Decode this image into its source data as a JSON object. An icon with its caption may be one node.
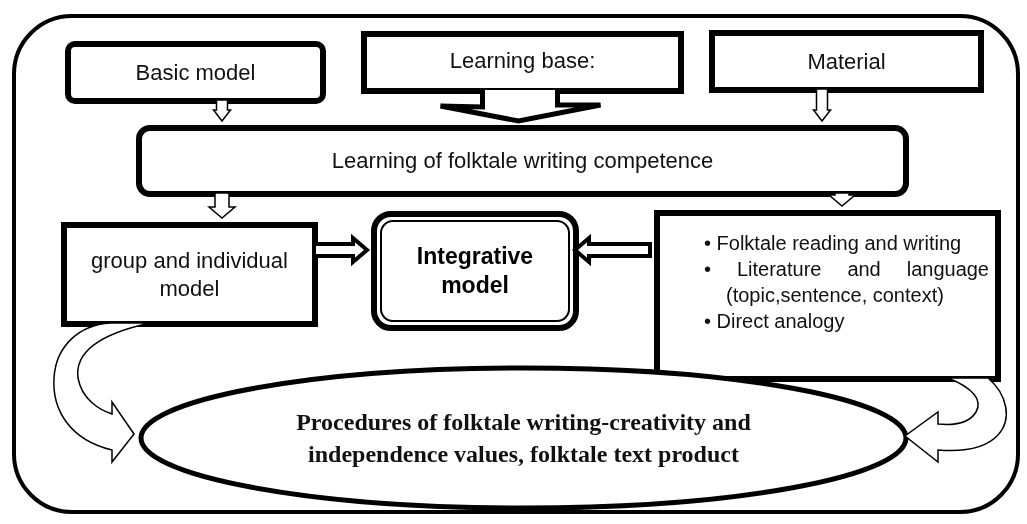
{
  "diagram": {
    "nodes": [
      {
        "text": [],
        "shape": "box"
      },
      {
        "text": [
          "Basic model"
        ],
        "in": 0
      },
      {
        "text": [
          "Learning base:"
        ],
        "in": 0
      },
      {
        "text": [
          "Material"
        ],
        "in": 0
      },
      {
        "text": [
          "Learning of folktale writing competence"
        ],
        "in": 0
      },
      {
        "text": [
          "group and individual model"
        ],
        "in": 0
      },
      {
        "text": [
          "Integrative model"
        ],
        "in": 0
      },
      {
        "text": [
          "• Folktale reading and writing",
          "• Literature and language (topic,sentence, context)",
          "• Direct analogy"
        ],
        "in": 0
      },
      {
        "text": [
          "Procedures of folktale writing-creativity and independence values, folktale text product"
        ],
        "in": 0
      }
    ],
    "edges": [
      {
        "from": 1,
        "to": 4,
        "arrow": "to"
      },
      {
        "from": 2,
        "to": 4,
        "arrow": "to"
      },
      {
        "from": 3,
        "to": 4,
        "arrow": "to"
      },
      {
        "from": 4,
        "to": 5,
        "arrow": "to"
      },
      {
        "from": 4,
        "to": 7,
        "arrow": "to"
      },
      {
        "from": 5,
        "to": 6,
        "arrow": "to",
        "style": "thick"
      },
      {
        "from": 7,
        "to": 6,
        "arrow": "to",
        "style": "thick"
      },
      {
        "from": 5,
        "to": 8,
        "arrow": "to"
      },
      {
        "from": 7,
        "to": 8,
        "arrow": "to"
      }
    ]
  }
}
